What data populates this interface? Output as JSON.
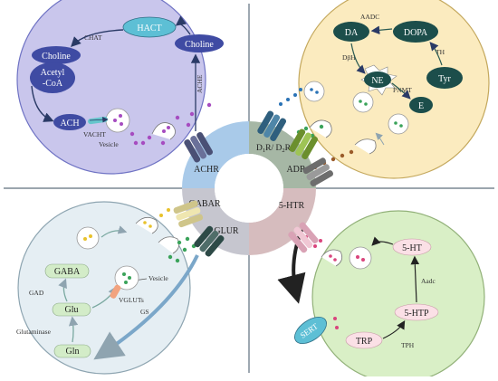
{
  "colors": {
    "divider": "#5f6f7e",
    "ach_cell_fill": "#c9c6ec",
    "ach_cell_stroke": "#6f73c4",
    "adr_cell_fill": "#fbebbf",
    "adr_cell_stroke": "#c4a85d",
    "gaba_cell_fill": "#e5eef3",
    "gaba_cell_stroke": "#8ea5b1",
    "ht_cell_fill": "#d9efc6",
    "ht_cell_stroke": "#92b179",
    "wheel_achr": "#a9cae9",
    "wheel_adr": "#a6b7a5",
    "wheel_gabar": "#c6c6cf",
    "wheel_5htr": "#d6bcbe",
    "hact_oval": "#5dbfd5",
    "ach_oval": "#3f4ba3",
    "dark_teal_oval": "#1c4e4b",
    "gaba_pill": "#d3ecc8",
    "ht_pill": "#fbe0e6"
  },
  "ach": {
    "hact": "HACT",
    "chat": "CHAT",
    "choline_left": "Choline",
    "acetyl_line1": "Acetyl",
    "acetyl_line2": "-CoA",
    "choline_right": "Choline",
    "ache": "ACHE",
    "ach": "ACH",
    "vacht": "VACHT",
    "vesicle": "Vesicle"
  },
  "adr": {
    "aadc": "AADC",
    "da": "DA",
    "dopa": "DOPA",
    "th": "TH",
    "tyr": "Tyr",
    "dbh": "DβH",
    "ne": "NE",
    "pnmt": "PNMT",
    "e": "E"
  },
  "wheel": {
    "achr": "ACHR",
    "adr": "ADR",
    "d1r": "D",
    "d1r_sub": "1",
    "d1r_mid": "R/ D",
    "d2r_sub": "2",
    "d2r_end": "R",
    "gabar": "GABAR",
    "glur": "GLUR",
    "htr": "5-HTR"
  },
  "gaba": {
    "gaba": "GABA",
    "gad": "GAD",
    "glu": "Glu",
    "glutaminase": "Glutaminase",
    "gln": "Gln",
    "gs": "GS",
    "vesicle": "Vesicle",
    "vgluts": "VGLUTs"
  },
  "serotonin": {
    "ht": "5-HT",
    "aadc": "Aadc",
    "htp": "5-HTP",
    "tph": "TPH",
    "trp": "TRP",
    "sert": "SERT"
  }
}
